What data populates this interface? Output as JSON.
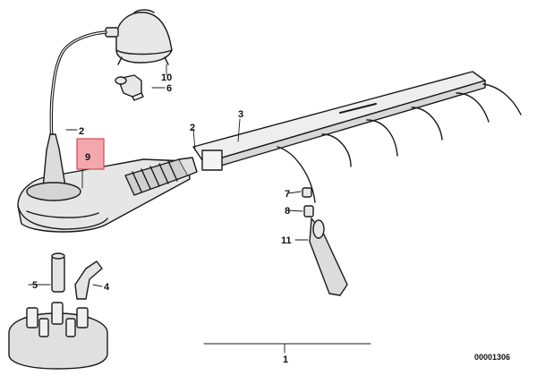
{
  "diagram": {
    "callouts": {
      "c1": "1",
      "c2_top": "2",
      "c2_mid": "2",
      "c3": "3",
      "c4": "4",
      "c5": "5",
      "c6": "6",
      "c7": "7",
      "c8": "8",
      "c9": "9",
      "c10": "10",
      "c11": "11"
    },
    "highlight_color": "#f4a8ad",
    "drawing_number": "00001306"
  }
}
